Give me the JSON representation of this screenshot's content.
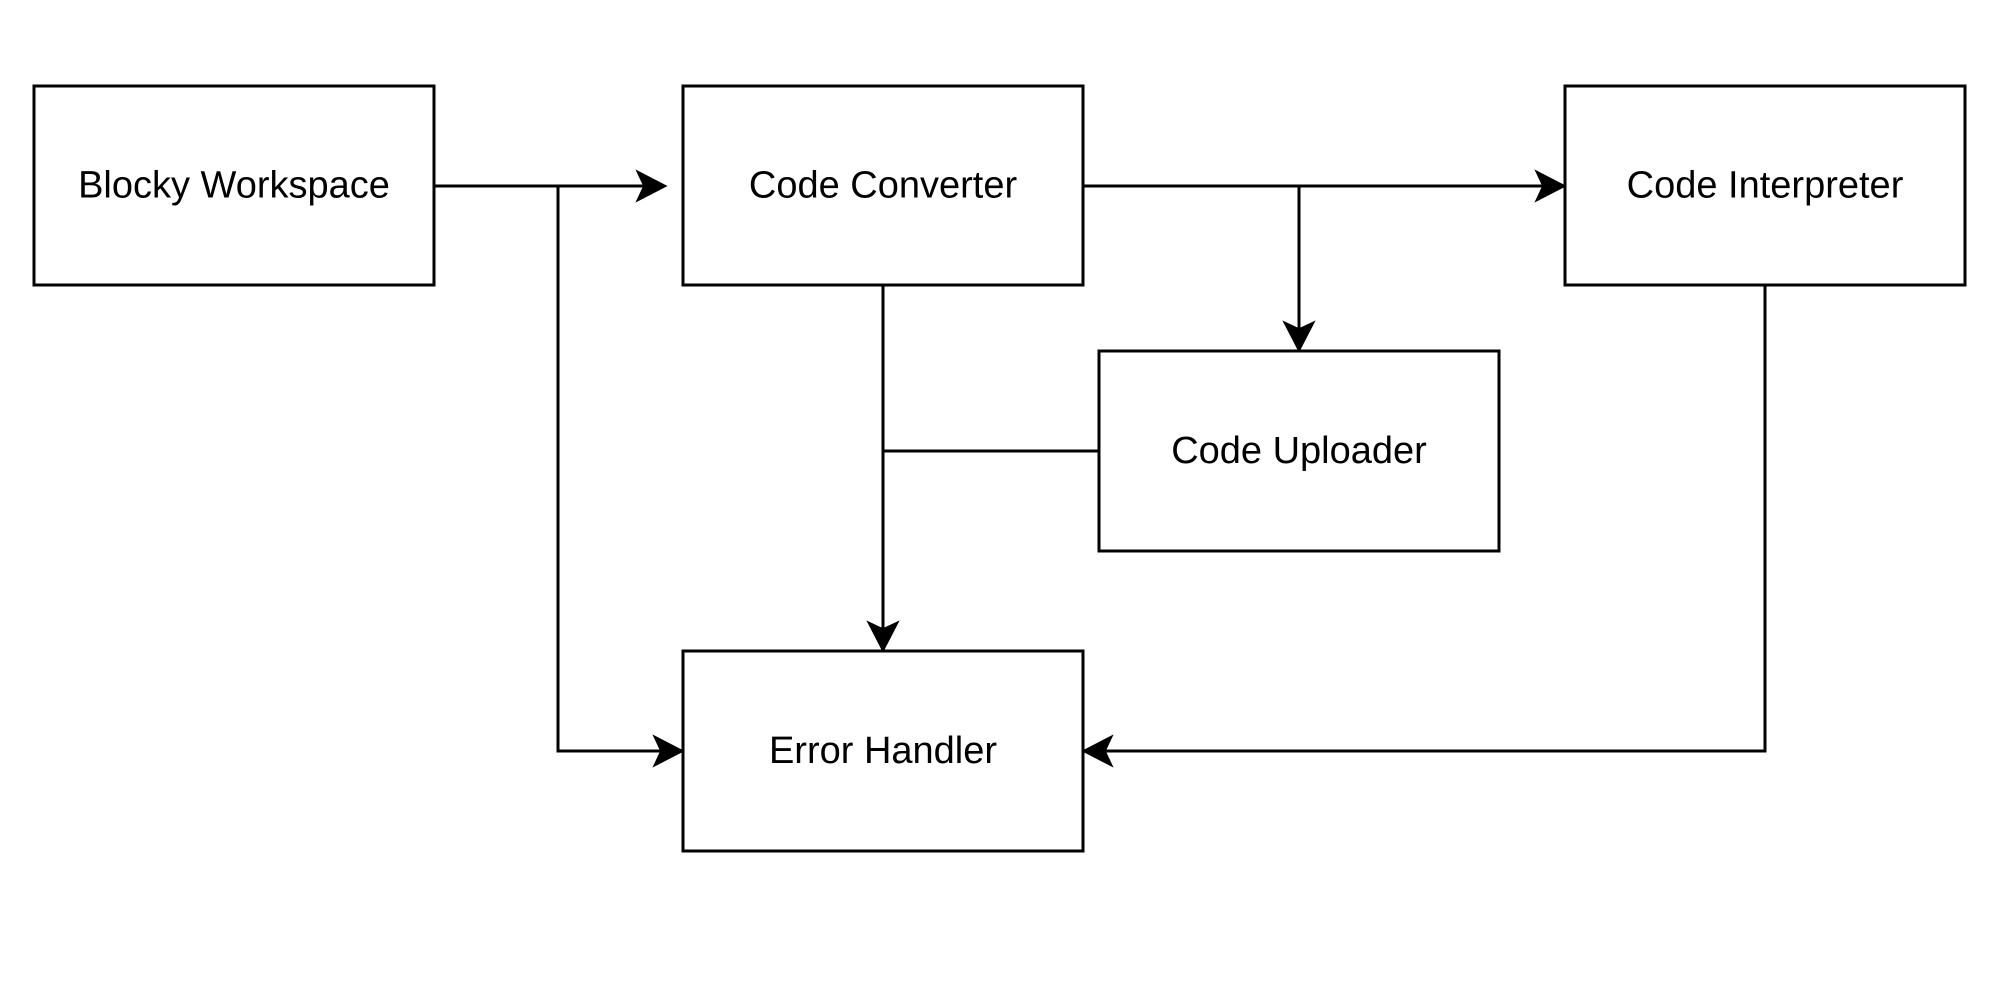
{
  "diagram": {
    "nodes": [
      {
        "id": "blocky_workspace",
        "label": "Blocky Workspace"
      },
      {
        "id": "code_converter",
        "label": "Code Converter"
      },
      {
        "id": "code_interpreter",
        "label": "Code Interpreter"
      },
      {
        "id": "code_uploader",
        "label": "Code Uploader"
      },
      {
        "id": "error_handler",
        "label": "Error Handler"
      }
    ],
    "edges": [
      {
        "from": "blocky_workspace",
        "to": "code_converter"
      },
      {
        "from": "blocky_workspace",
        "to": "error_handler"
      },
      {
        "from": "code_converter",
        "to": "code_interpreter"
      },
      {
        "from": "code_converter",
        "to": "code_uploader"
      },
      {
        "from": "code_converter",
        "to": "error_handler"
      },
      {
        "from": "code_uploader",
        "to": "error_handler"
      },
      {
        "from": "code_interpreter",
        "to": "error_handler"
      }
    ],
    "colors": {
      "stroke": "#000000",
      "fill": "#ffffff",
      "text": "#000000"
    }
  }
}
